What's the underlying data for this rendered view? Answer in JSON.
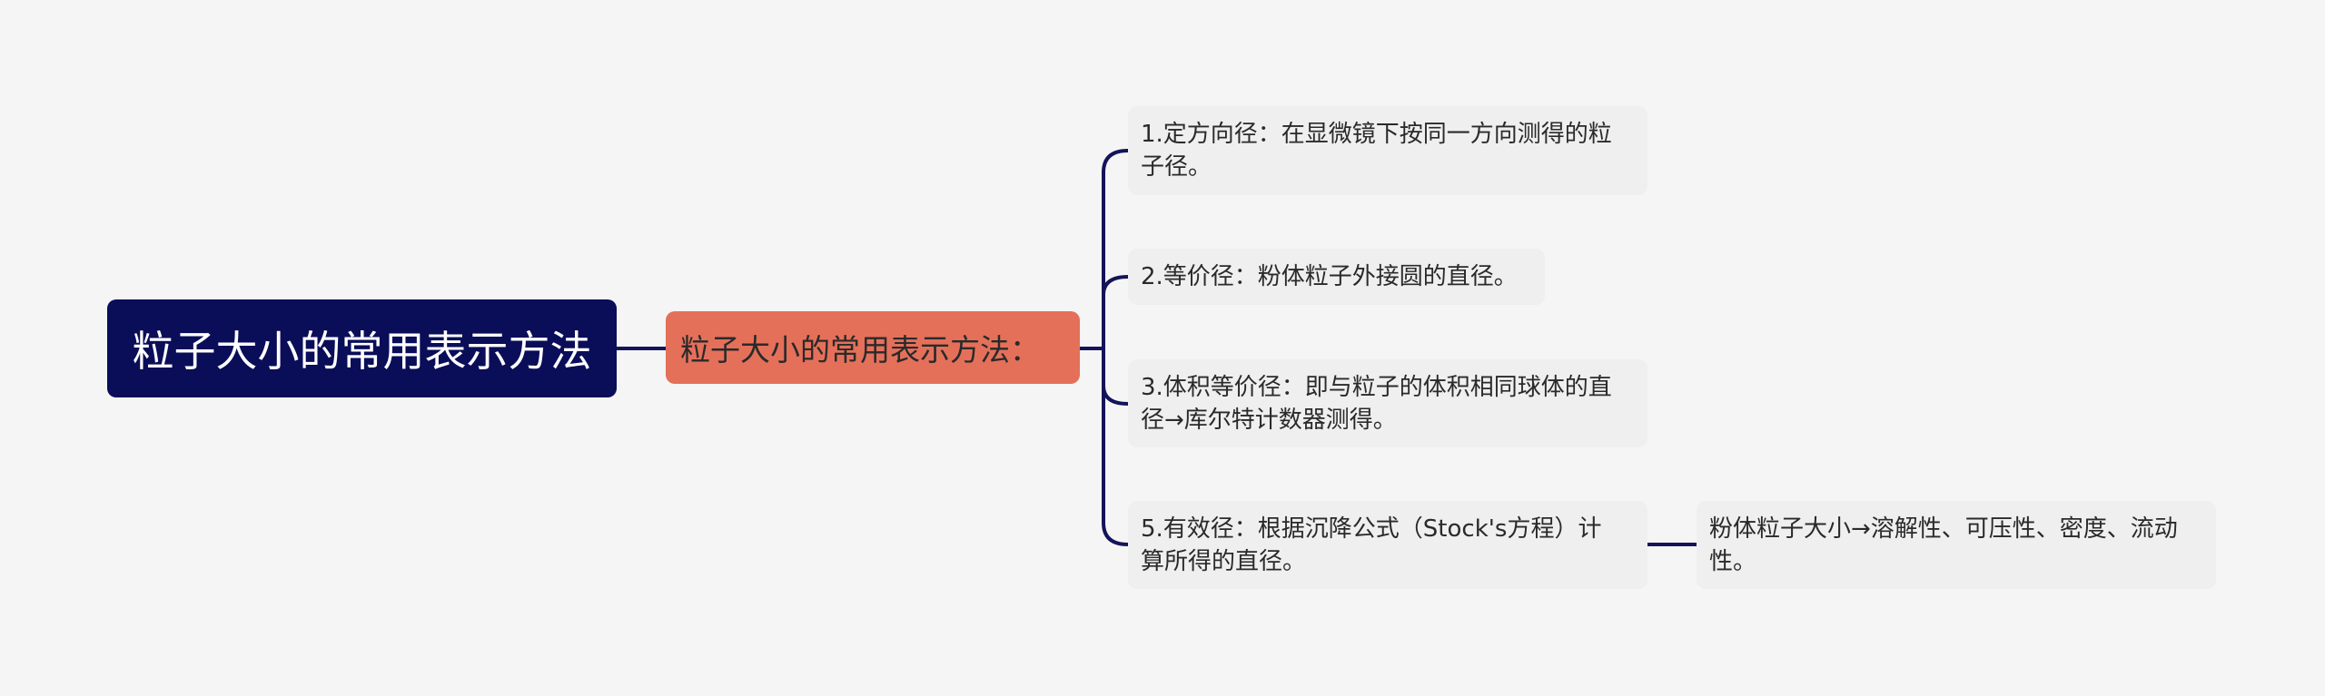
{
  "root": {
    "label": "粒子大小的常用表示方法"
  },
  "sub": {
    "label": "粒子大小的常用表示方法："
  },
  "leaves": [
    {
      "lines": [
        "1.定方向径：在显微镜下按同一方向测得的粒",
        "子径。"
      ]
    },
    {
      "lines": [
        "2.等价径：粉体粒子外接圆的直径。"
      ]
    },
    {
      "lines": [
        "3.体积等价径：即与粒子的体积相同球体的直",
        "径→库尔特计数器测得。"
      ]
    },
    {
      "lines": [
        "5.有效径：根据沉降公式（Stock's方程）计",
        "算所得的直径。"
      ]
    }
  ],
  "detail": {
    "lines": [
      "粉体粒子大小→溶解性、可压性、密度、流动",
      "性。"
    ]
  },
  "colors": {
    "root": "#0a0d58",
    "sub": "#e5705a",
    "line": "#14145a",
    "leaf": "#efefef"
  }
}
